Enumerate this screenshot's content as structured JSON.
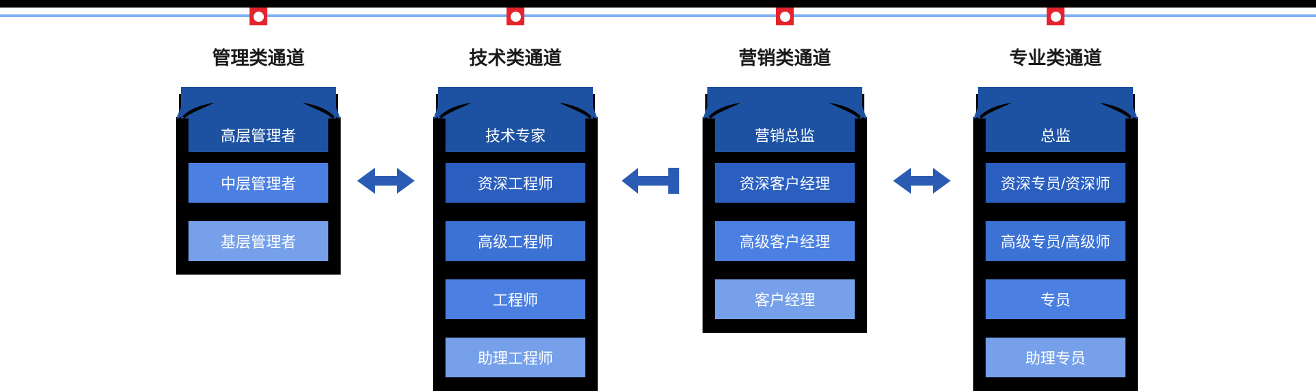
{
  "diagram": {
    "colors": {
      "top_bar": "#000000",
      "timeline": "#7fb0f4",
      "marker": "#e3242c",
      "marker_dot": "#ffffff",
      "frame": "#000000",
      "arrow": "#2b5cb4",
      "title_text": "#1a1a1a",
      "level_text": "#ffffff"
    },
    "channels": [
      {
        "title": "管理类通道",
        "levels": [
          {
            "label": "高层管理者",
            "color": "#1d52a3"
          },
          {
            "label": "中层管理者",
            "color": "#4b80e2"
          },
          {
            "label": "基层管理者",
            "color": "#76a1ea"
          }
        ]
      },
      {
        "title": "技术类通道",
        "levels": [
          {
            "label": "技术专家",
            "color": "#1d52a3"
          },
          {
            "label": "资深工程师",
            "color": "#2a5fc0"
          },
          {
            "label": "高级工程师",
            "color": "#3b72d4"
          },
          {
            "label": "工程师",
            "color": "#4b80e2"
          },
          {
            "label": "助理工程师",
            "color": "#76a1ea"
          }
        ]
      },
      {
        "title": "营销类通道",
        "levels": [
          {
            "label": "营销总监",
            "color": "#1d52a3"
          },
          {
            "label": "资深客户经理",
            "color": "#2a5fc0"
          },
          {
            "label": "高级客户经理",
            "color": "#4b80e2"
          },
          {
            "label": "客户经理",
            "color": "#76a1ea"
          }
        ]
      },
      {
        "title": "专业类通道",
        "levels": [
          {
            "label": "总监",
            "color": "#1d52a3"
          },
          {
            "label": "资深专员/资深师",
            "color": "#2a5fc0"
          },
          {
            "label": "高级专员/高级师",
            "color": "#3b72d4"
          },
          {
            "label": "专员",
            "color": "#4b80e2"
          },
          {
            "label": "助理专员",
            "color": "#76a1ea"
          }
        ]
      }
    ],
    "connectors": [
      {
        "type": "double-arrow"
      },
      {
        "type": "bar-left-arrow"
      },
      {
        "type": "double-arrow"
      }
    ]
  }
}
